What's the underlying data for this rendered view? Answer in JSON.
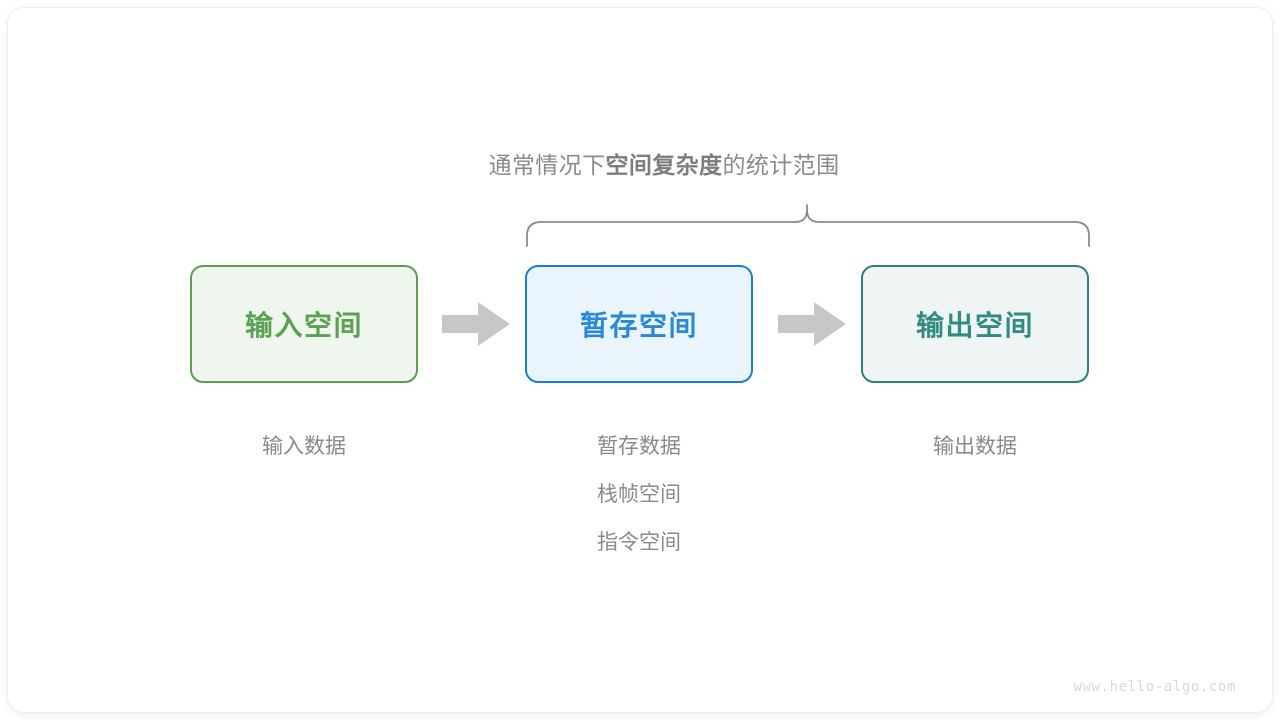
{
  "diagram": {
    "caption": {
      "prefix": "通常情况下",
      "emphasis": "空间复杂度",
      "suffix": "的统计范围"
    },
    "boxes": [
      {
        "id": "input-space",
        "title": "输入空间",
        "fill": "#eff6ed",
        "border": "#5a9e52",
        "text_color": "#5aa152",
        "labels": [
          "输入数据"
        ]
      },
      {
        "id": "buffer-space",
        "title": "暂存空间",
        "fill": "#e9f4fd",
        "border": "#1a7fd4",
        "text_color": "#2a88d6",
        "labels": [
          "暂存数据",
          "栈帧空间",
          "指令空间"
        ]
      },
      {
        "id": "output-space",
        "title": "输出空间",
        "fill": "#eef5f4",
        "border": "#2e8279",
        "text_color": "#328b81",
        "labels": [
          "输出数据"
        ]
      }
    ],
    "arrows": [
      {
        "id": "arrow-input-to-buffer",
        "color": "#c7c7c7"
      },
      {
        "id": "arrow-buffer-to-output",
        "color": "#c7c7c7"
      }
    ],
    "brace": {
      "id": "scope-brace",
      "color": "#8a8a8a",
      "covers": [
        "buffer-space",
        "output-space"
      ]
    },
    "watermark": "www.hello-algo.com"
  }
}
